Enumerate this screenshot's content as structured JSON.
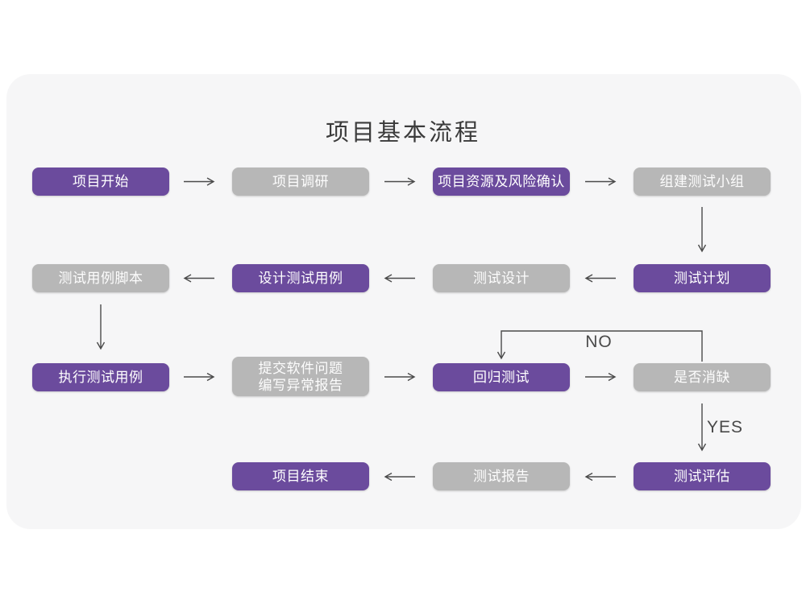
{
  "title": "项目基本流程",
  "labels": {
    "no": "NO",
    "yes": "YES"
  },
  "colors": {
    "page_background": "#ffffff",
    "card_background": "#f6f6f7",
    "primary_node": "#6b4b9d",
    "secondary_node": "#b7b7b7",
    "node_text": "#ffffff",
    "arrow": "#4a4a4a",
    "title_text": "#3b3b3b"
  },
  "nodes": [
    {
      "id": "start",
      "label": "项目开始",
      "variant": "primary"
    },
    {
      "id": "research",
      "label": "项目调研",
      "variant": "secondary"
    },
    {
      "id": "risk",
      "label": "项目资源及风险确认",
      "variant": "primary"
    },
    {
      "id": "team",
      "label": "组建测试小组",
      "variant": "secondary"
    },
    {
      "id": "plan",
      "label": "测试计划",
      "variant": "primary"
    },
    {
      "id": "design",
      "label": "测试设计",
      "variant": "secondary"
    },
    {
      "id": "case_design",
      "label": "设计测试用例",
      "variant": "primary"
    },
    {
      "id": "script",
      "label": "测试用例脚本",
      "variant": "secondary"
    },
    {
      "id": "execute",
      "label": "执行测试用例",
      "variant": "primary"
    },
    {
      "id": "issue_report",
      "label_line1": "提交软件问题",
      "label_line2": "编写异常报告",
      "variant": "secondary"
    },
    {
      "id": "regression",
      "label": "回归测试",
      "variant": "primary"
    },
    {
      "id": "defect_check",
      "label": "是否消缺",
      "variant": "secondary"
    },
    {
      "id": "evaluate",
      "label": "测试评估",
      "variant": "primary"
    },
    {
      "id": "test_report",
      "label": "测试报告",
      "variant": "secondary"
    },
    {
      "id": "end",
      "label": "项目结束",
      "variant": "primary"
    }
  ]
}
